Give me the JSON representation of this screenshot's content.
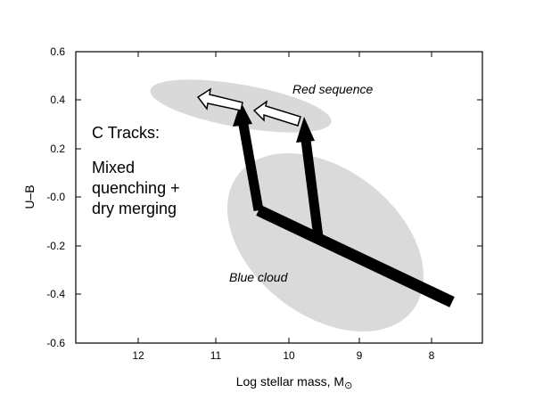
{
  "axes": {
    "xlabel": "Log stellar mass, M",
    "xlabel_symbol": "⊙",
    "ylabel": "U–B",
    "x_ticks": [
      "12",
      "11",
      "10",
      "9",
      "8"
    ],
    "y_ticks": [
      "0.6",
      "0.4",
      "0.2",
      "-0.0",
      "-0.2",
      "-0.4",
      "-0.6"
    ]
  },
  "regions": {
    "red_sequence": "Red sequence",
    "blue_cloud": "Blue cloud"
  },
  "annotation": {
    "title": "C Tracks:",
    "lines": [
      "Mixed",
      "quenching +",
      "dry merging"
    ]
  },
  "colors": {
    "region_fill": "#d9d9d9",
    "track": "#000000",
    "axis": "#000000"
  }
}
